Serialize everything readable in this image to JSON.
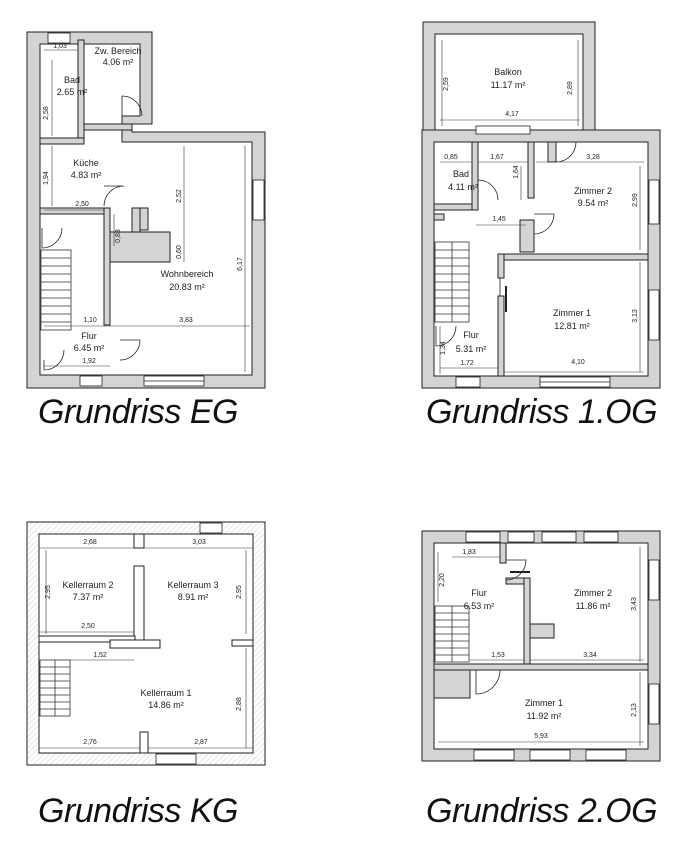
{
  "plans": [
    {
      "id": "eg",
      "caption": "Grundriss EG",
      "rooms": [
        {
          "name": "Zw. Bereich",
          "area": "4.06 m²"
        },
        {
          "name": "Bad",
          "area": "2.65 m²"
        },
        {
          "name": "Küche",
          "area": "4.83 m²"
        },
        {
          "name": "Wohnbereich",
          "area": "20.83 m²"
        },
        {
          "name": "Flur",
          "area": "6.45 m²"
        }
      ],
      "dimensions": [
        "1,03",
        "2,58",
        "1,94",
        "2,50",
        "0,83",
        "2,52",
        "0,60",
        "6,17",
        "1,10",
        "3,83",
        "1,92"
      ]
    },
    {
      "id": "og1",
      "caption": "Grundriss 1.OG",
      "rooms": [
        {
          "name": "Balkon",
          "area": "11.17 m²"
        },
        {
          "name": "Bad",
          "area": "4.11 m²"
        },
        {
          "name": "Zimmer 2",
          "area": "9.54 m²"
        },
        {
          "name": "Zimmer 1",
          "area": "12.81 m²"
        },
        {
          "name": "Flur",
          "area": "5.31 m²"
        }
      ],
      "dimensions": [
        "2,59",
        "2,89",
        "4,17",
        "0,85",
        "1,67",
        "1,64",
        "3,28",
        "2,99",
        "1,45",
        "3,13",
        "1,34",
        "1,72",
        "4,10"
      ]
    },
    {
      "id": "kg",
      "caption": "Grundriss KG",
      "rooms": [
        {
          "name": "Kellerraum 2",
          "area": "7.37 m²"
        },
        {
          "name": "Kellerraum 3",
          "area": "8.91 m²"
        },
        {
          "name": "Kellerraum 1",
          "area": "14.86 m²"
        }
      ],
      "dimensions": [
        "2,68",
        "3,03",
        "2,95",
        "2,95",
        "2,50",
        "1,52",
        "2,88",
        "2,76",
        "2,87"
      ]
    },
    {
      "id": "og2",
      "caption": "Grundriss 2.OG",
      "rooms": [
        {
          "name": "Flur",
          "area": "6.53 m²"
        },
        {
          "name": "Zimmer 2",
          "area": "11.86 m²"
        },
        {
          "name": "Zimmer 1",
          "area": "11.92 m²"
        }
      ],
      "dimensions": [
        "1,83",
        "2,20",
        "3,43",
        "1,53",
        "3,34",
        "2,13",
        "5,93"
      ]
    }
  ]
}
